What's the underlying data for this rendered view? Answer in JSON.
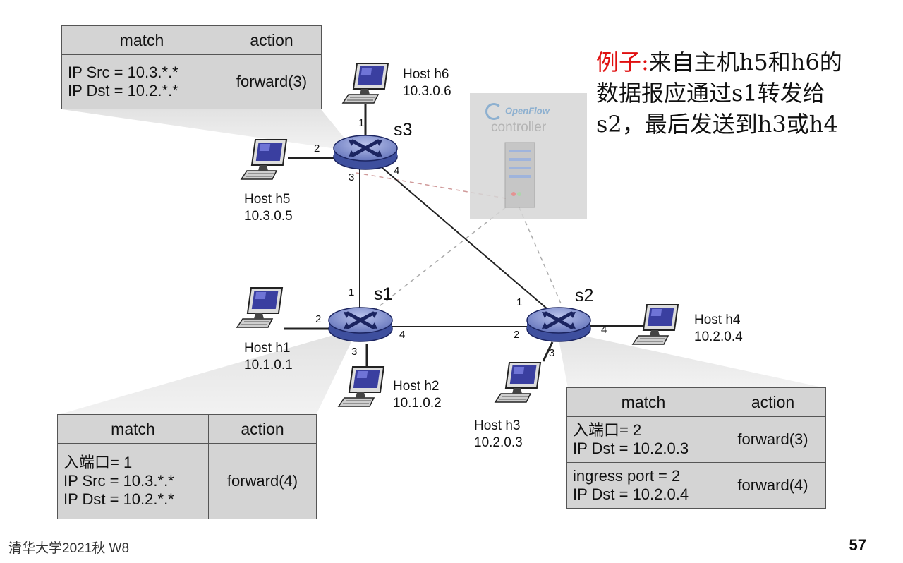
{
  "example_text": {
    "prefix": "例子:",
    "line1": "来自主机h5和h6的",
    "line2": "数据报应通过s1转发给",
    "line3": "s2，最后发送到h3或h4"
  },
  "controller": {
    "logo": "OpenFlow",
    "label": "controller"
  },
  "switches": {
    "s1": "s1",
    "s2": "s2",
    "s3": "s3"
  },
  "ports": {
    "s3": {
      "p1": "1",
      "p2": "2",
      "p3": "3",
      "p4": "4"
    },
    "s1": {
      "p1": "1",
      "p2": "2",
      "p3": "3",
      "p4": "4"
    },
    "s2": {
      "p1": "1",
      "p2": "2",
      "p3": "3",
      "p4": "4"
    }
  },
  "hosts": {
    "h1": {
      "name": "Host h1",
      "ip": "10.1.0.1"
    },
    "h2": {
      "name": "Host h2",
      "ip": "10.1.0.2"
    },
    "h3": {
      "name": "Host h3",
      "ip": "10.2.0.3"
    },
    "h4": {
      "name": "Host h4",
      "ip": "10.2.0.4"
    },
    "h5": {
      "name": "Host h5",
      "ip": "10.3.0.5"
    },
    "h6": {
      "name": "Host h6",
      "ip": "10.3.0.6"
    }
  },
  "tables": {
    "s3": {
      "header_match": "match",
      "header_action": "action",
      "rows": [
        {
          "match": [
            "IP Src = 10.3.*.*",
            "IP Dst = 10.2.*.*"
          ],
          "action": "forward(3)"
        }
      ]
    },
    "s1": {
      "header_match": "match",
      "header_action": "action",
      "rows": [
        {
          "match": [
            "入端口= 1",
            "IP Src = 10.3.*.*",
            "IP Dst = 10.2.*.*"
          ],
          "action": "forward(4)"
        }
      ]
    },
    "s2": {
      "header_match": "match",
      "header_action": "action",
      "rows": [
        {
          "match": [
            "入端口= 2",
            "IP Dst = 10.2.0.3"
          ],
          "action": "forward(3)"
        },
        {
          "match": [
            "ingress port = 2",
            "IP Dst = 10.2.0.4"
          ],
          "action": "forward(4)"
        }
      ]
    }
  },
  "footer": {
    "left": "清华大学2021秋 W8",
    "page": "57"
  }
}
